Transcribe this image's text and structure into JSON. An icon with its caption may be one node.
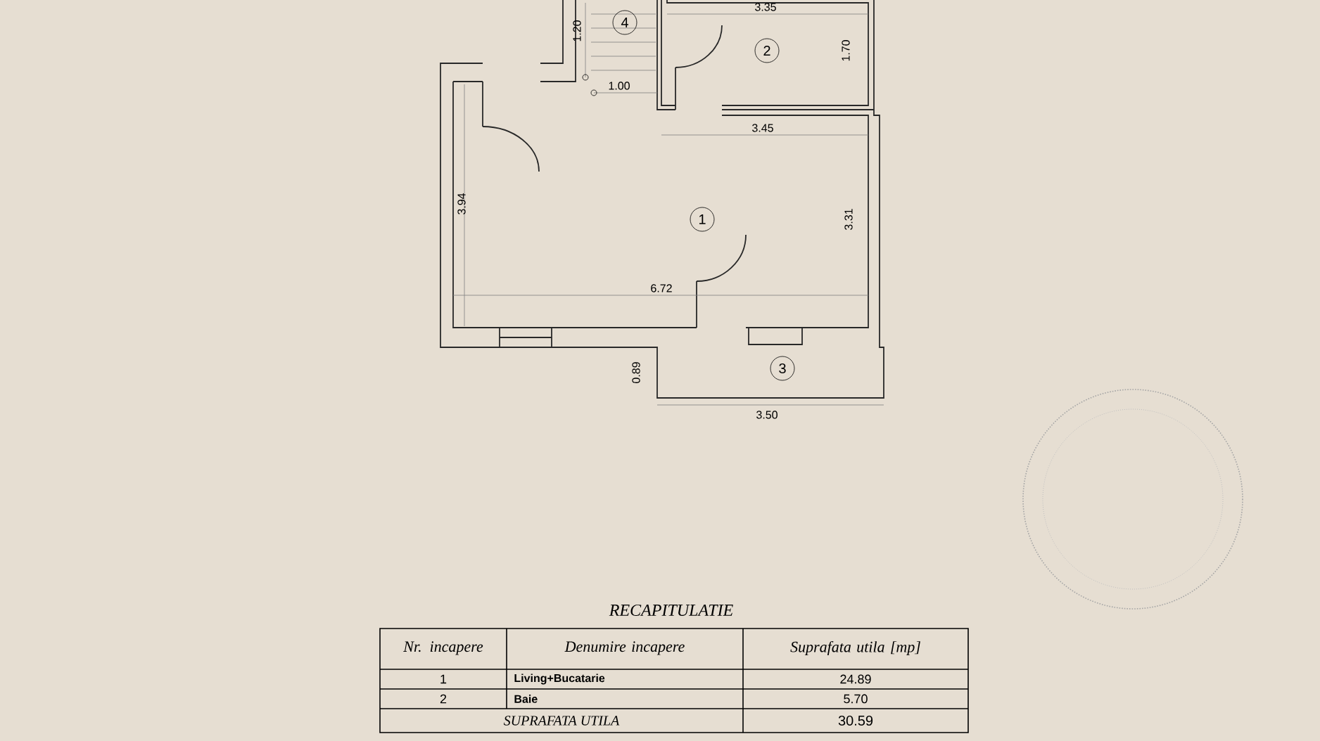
{
  "diagram": {
    "title": "RECAPITULATIE",
    "labels": [
      "3.35",
      "4",
      "2",
      "1.20",
      "1.70",
      "1.00",
      "3.45",
      "3.94",
      "1",
      "3.31",
      "6.72",
      "0.89",
      "3",
      "3.50",
      "Nr. incapere",
      "Denumire incapere",
      "Suprafata utila [mp]",
      "1",
      "Living+Bucatarie",
      "24.89",
      "2",
      "Baie",
      "5.70",
      "SUPRAFATA UTILA",
      "30.59"
    ]
  }
}
